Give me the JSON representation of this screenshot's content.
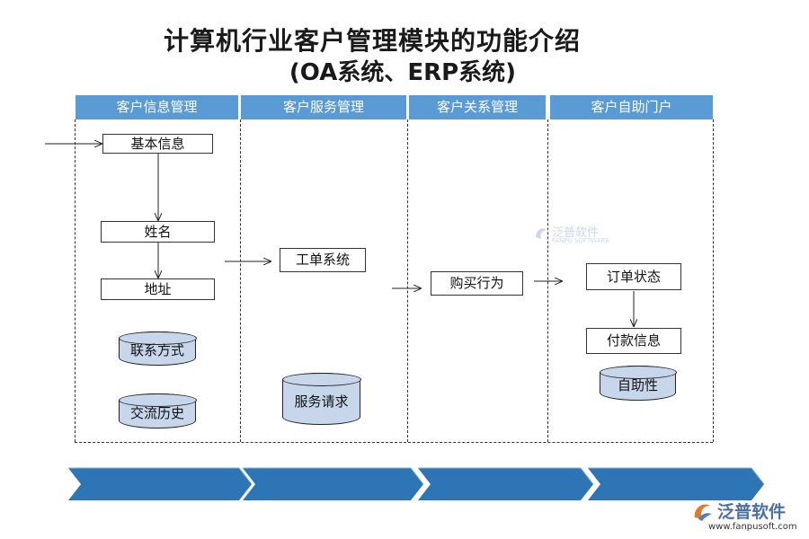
{
  "title": {
    "line1": "计算机行业客户管理模块的功能介绍",
    "line2": "(OA系统、ERP系统)"
  },
  "columns": [
    {
      "header": "客户信息管理"
    },
    {
      "header": "客户服务管理"
    },
    {
      "header": "客户关系管理"
    },
    {
      "header": "客户自助门户"
    }
  ],
  "nodes": {
    "basic_info": "基本信息",
    "name": "姓名",
    "address": "地址",
    "contact": "联系方式",
    "history": "交流历史",
    "work_order": "工单系统",
    "service_request": "服务请求",
    "purchase": "购买行为",
    "order_status": "订单状态",
    "payment": "付款信息",
    "self_service": "自助性"
  },
  "watermark": {
    "brand": "泛普软件",
    "brand_sub": "FANPU SOFTWARE",
    "url": "www.fanpusoft.com"
  },
  "colors": {
    "header_bg": "#5b9bd5",
    "cylinder_fill": "#c7d6ea",
    "chevron": "#2e75b6"
  }
}
